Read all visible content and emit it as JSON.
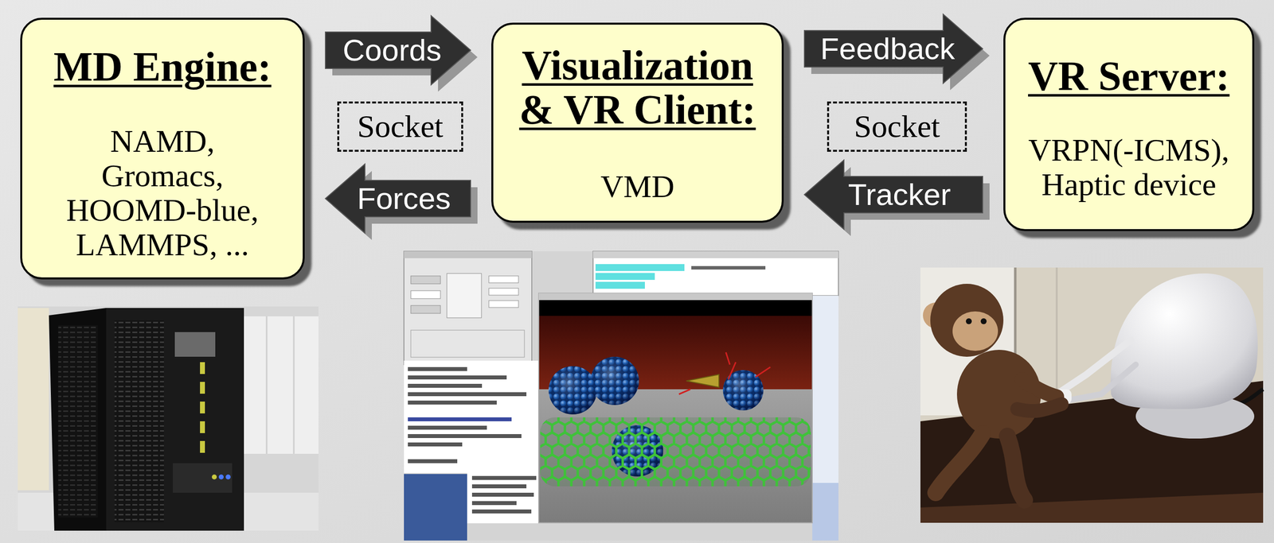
{
  "diagram": {
    "nodes": [
      {
        "text": [
          "MD Engine:",
          "NAMD, Gromacs, HOOMD-blue, LAMMPS, ..."
        ]
      },
      {
        "text": [
          "Socket"
        ]
      },
      {
        "text": [
          "Visualization & VR Client:",
          "VMD"
        ]
      },
      {
        "text": [
          "Socket"
        ]
      },
      {
        "text": [
          "VR Server:",
          "VRPN(-ICMS), Haptic device"
        ]
      }
    ],
    "edges": [
      {
        "from": 0,
        "to": 2,
        "label": "Coords",
        "arrow": "to"
      },
      {
        "from": 2,
        "to": 0,
        "label": "Forces",
        "arrow": "to"
      },
      {
        "from": 2,
        "to": 4,
        "label": "Feedback",
        "arrow": "to"
      },
      {
        "from": 4,
        "to": 2,
        "label": "Tracker",
        "arrow": "to"
      }
    ]
  }
}
